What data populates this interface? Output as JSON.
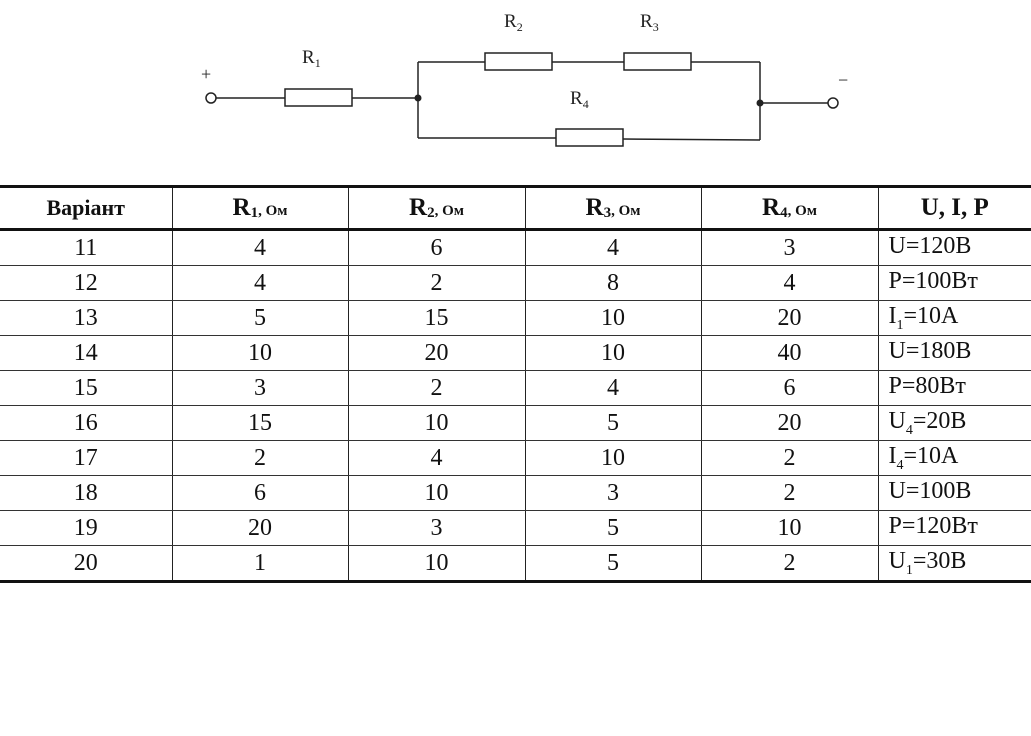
{
  "circuit": {
    "plus": "+",
    "minus": "−",
    "r1": "R",
    "r1_sub": "1",
    "r2": "R",
    "r2_sub": "2",
    "r3": "R",
    "r3_sub": "3",
    "r4": "R",
    "r4_sub": "4"
  },
  "table": {
    "headers": {
      "variant": "Варіант",
      "r1": "R",
      "r1_sub": "1",
      "r1_unit": ", Ом",
      "r2": "R",
      "r2_sub": "2",
      "r2_unit": ", Ом",
      "r3": "R",
      "r3_sub": "3",
      "r3_unit": ", Ом",
      "r4": "R",
      "r4_sub": "4",
      "r4_unit": ", Ом",
      "given": "U, I, P"
    },
    "rows": [
      {
        "variant": "11",
        "r1": "4",
        "r2": "6",
        "r3": "4",
        "r4": "3",
        "g_pre": "U",
        "g_sub": "",
        "g_post": "=120В"
      },
      {
        "variant": "12",
        "r1": "4",
        "r2": "2",
        "r3": "8",
        "r4": "4",
        "g_pre": "P",
        "g_sub": "",
        "g_post": "=100Вт"
      },
      {
        "variant": "13",
        "r1": "5",
        "r2": "15",
        "r3": "10",
        "r4": "20",
        "g_pre": "I",
        "g_sub": "1",
        "g_post": "=10А"
      },
      {
        "variant": "14",
        "r1": "10",
        "r2": "20",
        "r3": "10",
        "r4": "40",
        "g_pre": "U",
        "g_sub": "",
        "g_post": "=180В"
      },
      {
        "variant": "15",
        "r1": "3",
        "r2": "2",
        "r3": "4",
        "r4": "6",
        "g_pre": "P",
        "g_sub": "",
        "g_post": "=80Вт"
      },
      {
        "variant": "16",
        "r1": "15",
        "r2": "10",
        "r3": "5",
        "r4": "20",
        "g_pre": "U",
        "g_sub": "4",
        "g_post": "=20В"
      },
      {
        "variant": "17",
        "r1": "2",
        "r2": "4",
        "r3": "10",
        "r4": "2",
        "g_pre": "I",
        "g_sub": "4",
        "g_post": "=10А"
      },
      {
        "variant": "18",
        "r1": "6",
        "r2": "10",
        "r3": "3",
        "r4": "2",
        "g_pre": "U",
        "g_sub": "",
        "g_post": "=100В"
      },
      {
        "variant": "19",
        "r1": "20",
        "r2": "3",
        "r3": "5",
        "r4": "10",
        "g_pre": "P",
        "g_sub": "",
        "g_post": "=120Вт"
      },
      {
        "variant": "20",
        "r1": "1",
        "r2": "10",
        "r3": "5",
        "r4": "2",
        "g_pre": "U",
        "g_sub": "1",
        "g_post": "=30В"
      }
    ]
  }
}
